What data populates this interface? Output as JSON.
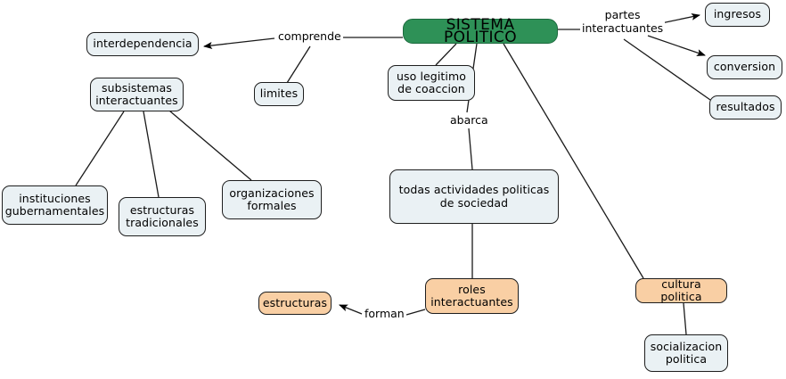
{
  "diagram": {
    "title": "SISTEMA POLITICO",
    "type": "concept-map",
    "colors": {
      "root_fill": "#2e9157",
      "concept_fill": "#eaf1f4",
      "highlight_fill": "#f9cfa4",
      "stroke": "#1e1e1e",
      "background": "#ffffff"
    }
  },
  "nodes": {
    "root": {
      "label": "SISTEMA POLITICO",
      "kind": "green"
    },
    "interdependencia": {
      "label": "interdependencia",
      "kind": "blue"
    },
    "limites": {
      "label": "limites",
      "kind": "blue"
    },
    "subsistemas": {
      "label": "subsistemas\ninteractuantes",
      "kind": "blue"
    },
    "instituciones": {
      "label": "instituciones\ngubernamentales",
      "kind": "blue"
    },
    "estructuras_trad": {
      "label": "estructuras\ntradicionales",
      "kind": "blue"
    },
    "organizaciones": {
      "label": "organizaciones\nformales",
      "kind": "blue"
    },
    "uso_legitimo": {
      "label": "uso legitimo\nde coaccion",
      "kind": "blue"
    },
    "actividades": {
      "label": "todas actividades politicas\nde sociedad",
      "kind": "blue"
    },
    "roles": {
      "label": "roles\ninteractuantes",
      "kind": "orange"
    },
    "estructuras": {
      "label": "estructuras",
      "kind": "orange"
    },
    "cultura": {
      "label": "cultura politica",
      "kind": "orange"
    },
    "socializacion": {
      "label": "socializacion\npolitica",
      "kind": "blue"
    },
    "ingresos": {
      "label": "ingresos",
      "kind": "blue"
    },
    "conversion": {
      "label": "conversion",
      "kind": "blue"
    },
    "resultados": {
      "label": "resultados",
      "kind": "blue"
    }
  },
  "edge_labels": {
    "comprende": "comprende",
    "partes_interactuantes": "partes\ninteractuantes",
    "abarca": "abarca",
    "forman": "forman"
  }
}
